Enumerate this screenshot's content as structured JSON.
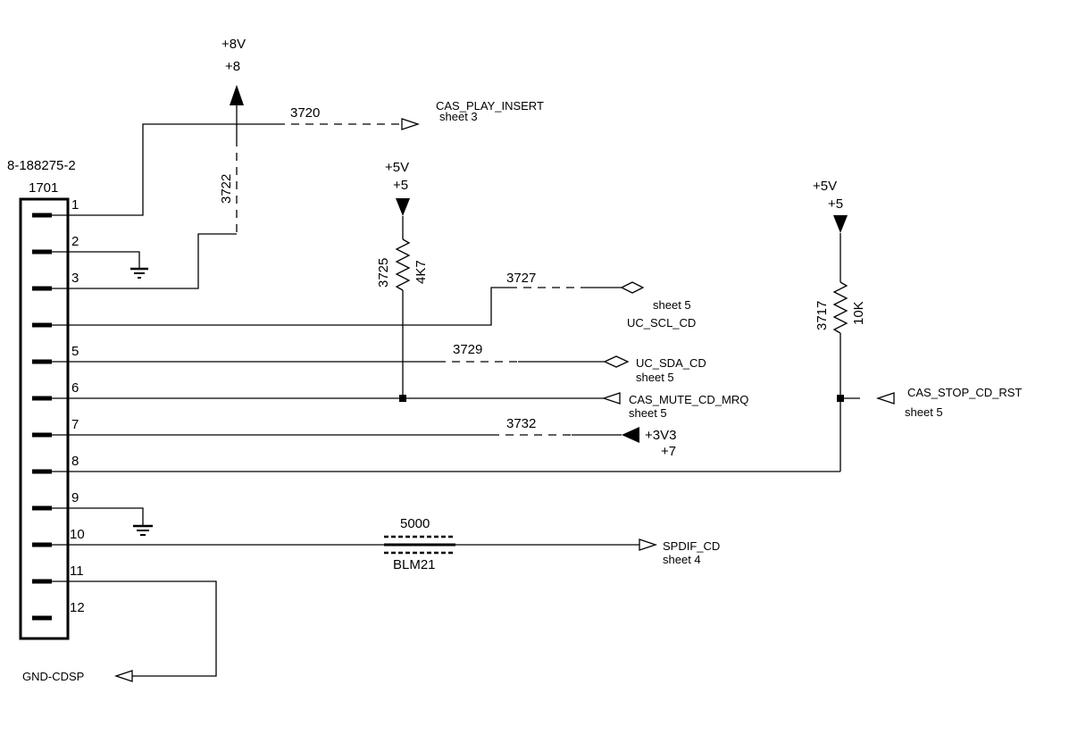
{
  "connector": {
    "ref": "1701",
    "part": "8-188275-2",
    "pins": [
      "1",
      "2",
      "3",
      "",
      "5",
      "6",
      "7",
      "8",
      "9",
      "10",
      "11",
      "12"
    ]
  },
  "supplies": {
    "plus8": {
      "label": "+8V",
      "net": "+8"
    },
    "plus5_a": {
      "label": "+5V",
      "net": "+5"
    },
    "plus5_b": {
      "label": "+5V",
      "net": "+5"
    },
    "plus3v3": {
      "label": "+3V3",
      "net": "+7"
    }
  },
  "components": {
    "r3720": "3720",
    "r3722": "3722",
    "r3725": "3725",
    "r3725_value": "4K7",
    "r3727": "3727",
    "r3729": "3729",
    "r3732": "3732",
    "r3717": "3717",
    "r3717_value": "10K",
    "filter": "5000",
    "filter_value": "BLM21"
  },
  "signals": {
    "cas_play_insert": {
      "name": "CAS_PLAY_INSERT",
      "sheet": "sheet 3"
    },
    "uc_scl_cd": {
      "name": "UC_SCL_CD",
      "sheet": "sheet 5"
    },
    "uc_sda_cd": {
      "name": "UC_SDA_CD",
      "sheet": "sheet 5"
    },
    "cas_mute_cd_mrq": {
      "name": "CAS_MUTE_CD_MRQ",
      "sheet": "sheet 5"
    },
    "cas_stop_cd_rst": {
      "name": "CAS_STOP_CD_RST",
      "sheet": "sheet 5"
    },
    "spdif_cd": {
      "name": "SPDIF_CD",
      "sheet": "sheet 4"
    },
    "gnd_cdsp": {
      "name": "GND-CDSP"
    }
  }
}
